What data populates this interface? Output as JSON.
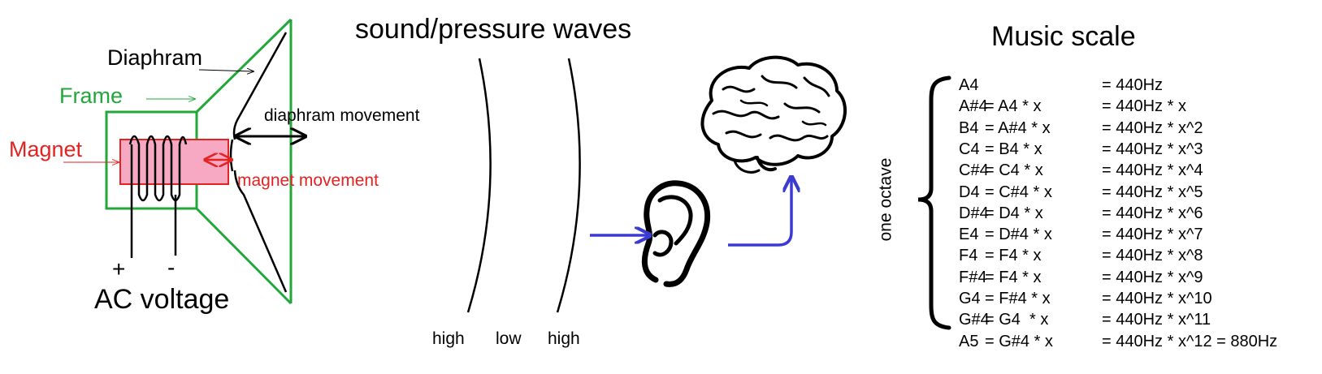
{
  "speaker": {
    "diaphram_label": "Diaphram",
    "frame_label": "Frame",
    "magnet_label": "Magnet",
    "diaphram_movement_label": "diaphram movement",
    "magnet_movement_label": "magnet movement",
    "plus_label": "+",
    "minus_label": "-",
    "ac_voltage_label": "AC voltage"
  },
  "waves": {
    "title": "sound/pressure waves",
    "labels": [
      "high",
      "low",
      "high"
    ]
  },
  "scale": {
    "title": "Music scale",
    "octave_label": "one octave",
    "rows": [
      {
        "note": "A4",
        "relation": "",
        "freq": "= 440Hz"
      },
      {
        "note": "A#4",
        "relation": "= A4 * x",
        "freq": "= 440Hz * x"
      },
      {
        "note": "B4",
        "relation": "= A#4 * x",
        "freq": "= 440Hz * x^2"
      },
      {
        "note": "C4",
        "relation": "= B4 * x",
        "freq": "= 440Hz * x^3"
      },
      {
        "note": "C#4",
        "relation": "= C4 * x",
        "freq": "= 440Hz * x^4"
      },
      {
        "note": "D4",
        "relation": "= C#4 * x",
        "freq": "= 440Hz * x^5"
      },
      {
        "note": "D#4",
        "relation": "= D4 * x",
        "freq": "= 440Hz * x^6"
      },
      {
        "note": "E4",
        "relation": "= D#4 * x",
        "freq": "= 440Hz * x^7"
      },
      {
        "note": "F4",
        "relation": "= F4 * x",
        "freq": "= 440Hz * x^8"
      },
      {
        "note": "F#4",
        "relation": "= F4 * x",
        "freq": "= 440Hz * x^9"
      },
      {
        "note": "G4",
        "relation": "= F#4 * x",
        "freq": "= 440Hz * x^10"
      },
      {
        "note": "G#4",
        "relation": "= G4  * x",
        "freq": "= 440Hz * x^11"
      },
      {
        "note": "A5",
        "relation": "= G#4 * x",
        "freq": "= 440Hz * x^12 = 880Hz"
      }
    ]
  },
  "colors": {
    "frame": "#22a83a",
    "magnet_fill": "#f7a9c4",
    "magnet_stroke": "#e32222",
    "signal_arrow": "#3b3bd1",
    "ink": "#000000"
  }
}
